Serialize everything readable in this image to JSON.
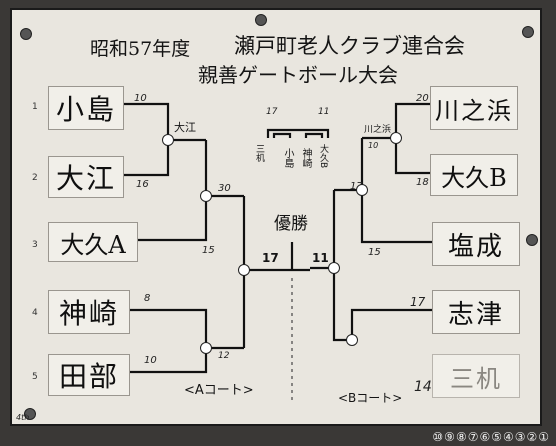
{
  "title": {
    "year": "昭和57年度",
    "org": "瀬戸町老人クラブ連合会",
    "event": "親善ゲートボール大会"
  },
  "left_teams": [
    {
      "no": "1",
      "name": "小島",
      "score": "10"
    },
    {
      "no": "2",
      "name": "大江",
      "score": "16"
    },
    {
      "no": "3",
      "name": "大久A",
      "score": "15"
    },
    {
      "no": "4",
      "name": "神崎",
      "score": "8"
    },
    {
      "no": "5",
      "name": "田部",
      "score": "10"
    }
  ],
  "right_teams": [
    {
      "name": "川之浜",
      "score": "20"
    },
    {
      "name": "大久B",
      "score": "18"
    },
    {
      "name": "塩成",
      "score": "15"
    },
    {
      "name": "志津",
      "score": "17"
    },
    {
      "name": "三机",
      "score": "14"
    }
  ],
  "annotations": {
    "left_semi_winner": "大江",
    "left_semi_score": "30",
    "left_lower_score": "12",
    "right_semi_winner": "川之浜",
    "right_semi_score": "10",
    "right_mid_score": "17",
    "final_left": "17",
    "final_right": "11",
    "champion": "優勝",
    "court_a": "<Aコート>",
    "court_b": "<Bコート>"
  },
  "mini": {
    "top_left": "17",
    "top_right": "11",
    "left": "三机",
    "mid": "小島",
    "mid2": "神崎",
    "right": "大久B"
  },
  "corner": "4th",
  "stamp": "⑩⑨⑧⑦⑥⑤④③②①"
}
